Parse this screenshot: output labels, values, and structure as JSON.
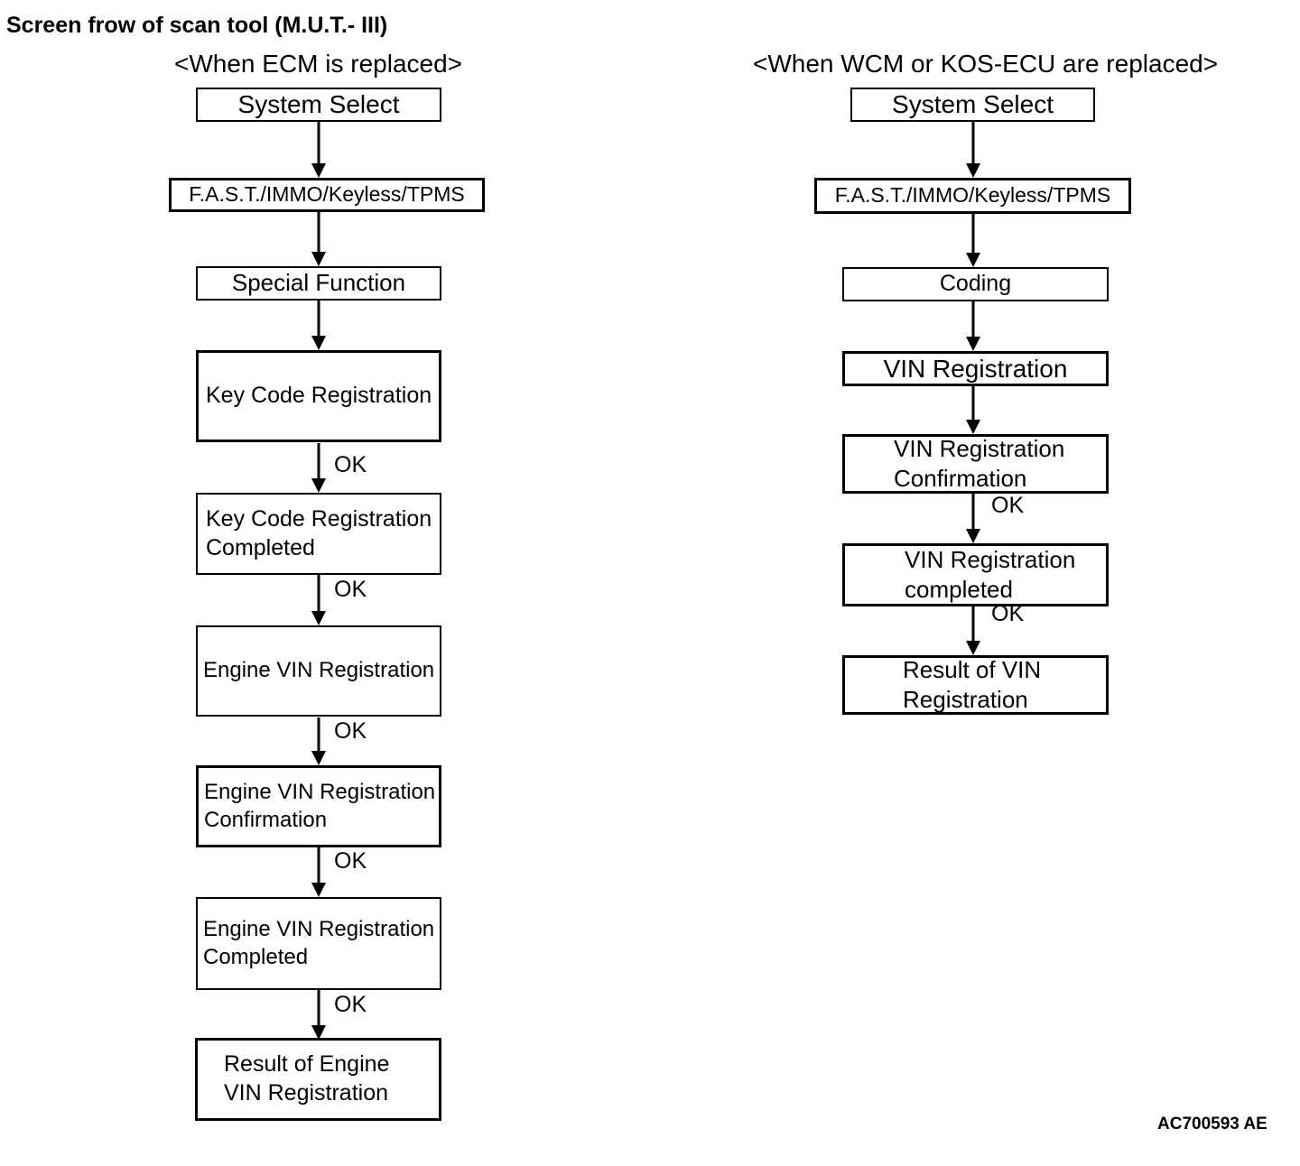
{
  "title": "Screen frow of scan tool (M.U.T.- III)",
  "figure_code": "AC700593 AE",
  "colors": {
    "ink": "#000000",
    "paper": "#ffffff"
  },
  "left_flow": {
    "header": "<When ECM is replaced>",
    "steps": [
      {
        "label": "System Select",
        "edge_label_after": ""
      },
      {
        "label": "F.A.S.T./IMMO/Keyless/TPMS",
        "edge_label_after": ""
      },
      {
        "label": "Special Function",
        "edge_label_after": ""
      },
      {
        "label": "Key Code Registration",
        "edge_label_after": "OK"
      },
      {
        "label": "Key Code Registration\nCompleted",
        "edge_label_after": "OK"
      },
      {
        "label": "Engine VIN Registration",
        "edge_label_after": "OK"
      },
      {
        "label": "Engine VIN Registration\nConfirmation",
        "edge_label_after": "OK"
      },
      {
        "label": "Engine VIN Registration\nCompleted",
        "edge_label_after": "OK"
      },
      {
        "label": "Result of Engine\nVIN Registration",
        "edge_label_after": ""
      }
    ]
  },
  "right_flow": {
    "header": "<When WCM or KOS-ECU are replaced>",
    "steps": [
      {
        "label": "System Select",
        "edge_label_after": ""
      },
      {
        "label": "F.A.S.T./IMMO/Keyless/TPMS",
        "edge_label_after": ""
      },
      {
        "label": "Coding",
        "edge_label_after": ""
      },
      {
        "label": "VIN Registration",
        "edge_label_after": ""
      },
      {
        "label": "VIN Registration\nConfirmation",
        "edge_label_after": "OK"
      },
      {
        "label": "VIN Registration\ncompleted",
        "edge_label_after": "OK"
      },
      {
        "label": "Result of VIN\nRegistration",
        "edge_label_after": ""
      }
    ]
  }
}
